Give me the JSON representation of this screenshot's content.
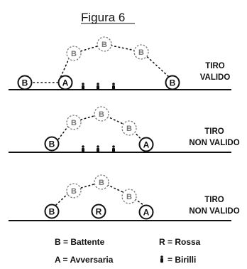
{
  "figure": {
    "title": "Figura 6"
  },
  "panels": [
    {
      "verdict_line1": "TIRO",
      "verdict_line2": "VALIDO",
      "ball_letters": {
        "start": "B",
        "target": "A",
        "end": "B"
      },
      "ghost_letters": [
        "B",
        "B",
        "B"
      ]
    },
    {
      "verdict_line1": "TIRO",
      "verdict_line2": "NON VALIDO",
      "ball_letters": {
        "start": "B",
        "end": "A"
      },
      "ghost_letters": [
        "B",
        "B",
        "B"
      ]
    },
    {
      "verdict_line1": "TIRO",
      "verdict_line2": "NON VALIDO",
      "ball_letters": {
        "start": "B",
        "middle": "R",
        "end": "A"
      },
      "ghost_letters": [
        "B",
        "B",
        "B"
      ]
    }
  ],
  "legend": {
    "battente": "B = Battente",
    "rossa": "R = Rossa",
    "avversaria": "A = Avversaria",
    "birilli": "= Birilli"
  }
}
